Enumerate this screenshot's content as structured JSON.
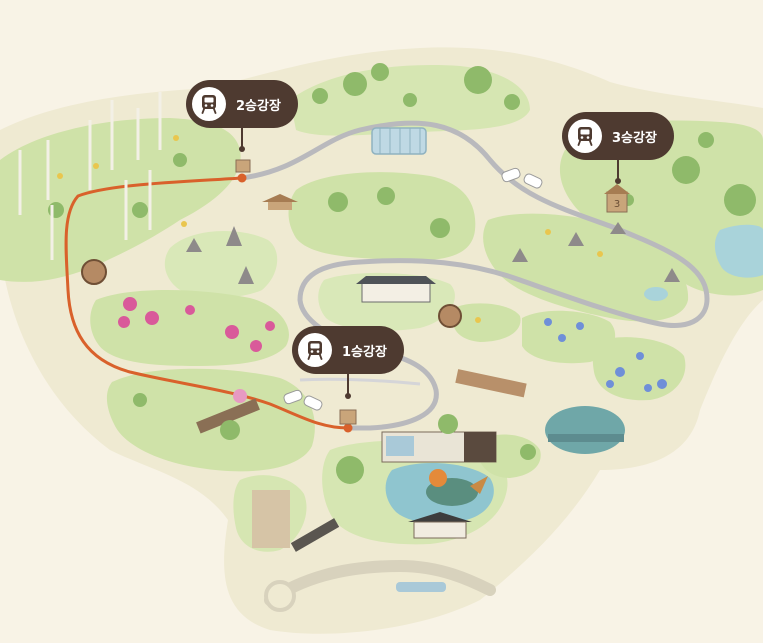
{
  "map": {
    "colors": {
      "background": "#f8f3e6",
      "island": "#efead2",
      "garden": "#cfe2a8",
      "garden_dark": "#b7d38e",
      "path_gray": "#b9b9bd",
      "path_orange": "#d9612b",
      "water": "#8fc5cf",
      "label_bg": "#4e3a30"
    }
  },
  "stations": [
    {
      "id": "station-1",
      "label": "1승강장",
      "icon": "bus-icon"
    },
    {
      "id": "station-2",
      "label": "2승강장",
      "icon": "bus-icon"
    },
    {
      "id": "station-3",
      "label": "3승강장",
      "icon": "bus-icon"
    }
  ],
  "markers": {
    "station_3_sign": "3"
  }
}
